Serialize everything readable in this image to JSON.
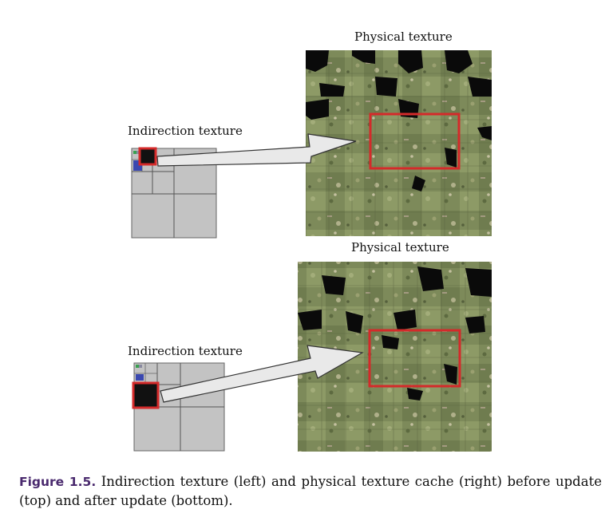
{
  "figure": {
    "top_panel": {
      "physical_label": "Physical texture",
      "indirection_label": "Indirection texture"
    },
    "bottom_panel": {
      "physical_label": "Physical texture",
      "indirection_label": "Indirection texture"
    },
    "caption": {
      "label": "Figure 1.5.",
      "text": " Indirection texture (left) and physical texture cache (right) before update (top) and after update (bottom)."
    },
    "colors": {
      "highlight_red": "#d42a2a",
      "grid_gray": "#c0c0c0",
      "arrow_fill": "#e9e9e9",
      "caption_purple": "#4a2a6e"
    }
  }
}
